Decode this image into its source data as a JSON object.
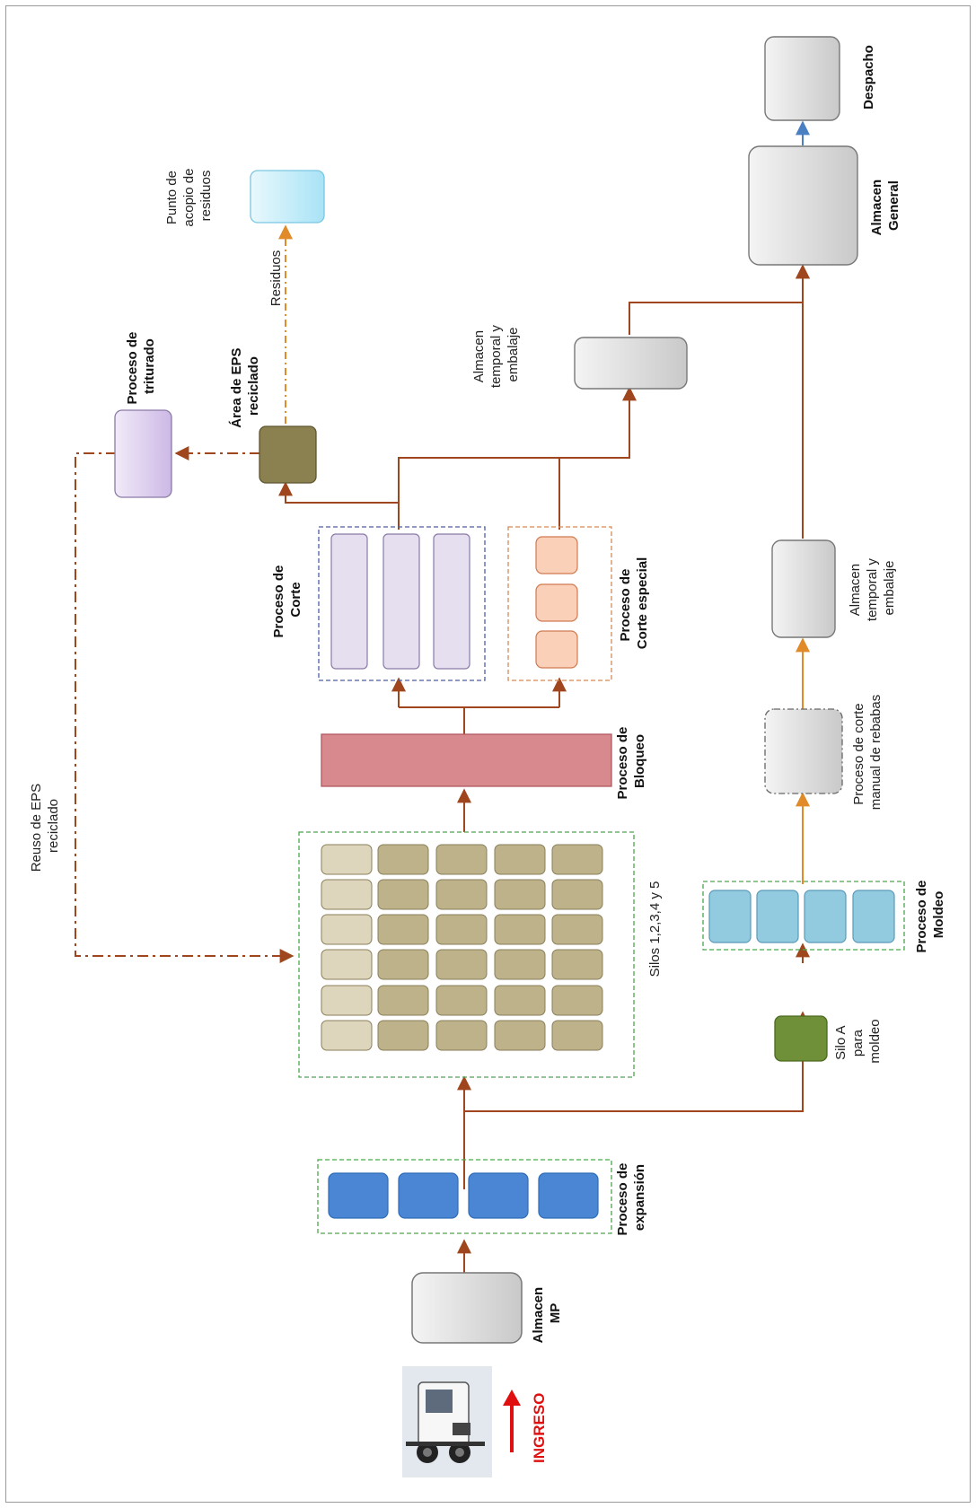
{
  "labels": {
    "ingreso": "INGRESO",
    "almacen_mp": [
      "Almacen",
      "MP"
    ],
    "proceso_expansion": [
      "Proceso de",
      "expansión"
    ],
    "silos": "Silos 1,2,3,4 y 5",
    "reuso_eps": [
      "Reuso de EPS",
      "reciclado"
    ],
    "proceso_bloqueo": [
      "Proceso de",
      "Bloqueo"
    ],
    "proceso_corte": [
      "Proceso de",
      "Corte"
    ],
    "proceso_corte_especial": [
      "Proceso de",
      "Corte especial"
    ],
    "area_eps_reciclado": [
      "Área de EPS",
      "reciclado"
    ],
    "proceso_triturado": [
      "Proceso de",
      "triturado"
    ],
    "residuos": "Residuos",
    "punto_acopio": [
      "Punto de",
      "acopio de",
      "residuos"
    ],
    "almacen_temporal_1": [
      "Almacen",
      "temporal y",
      "embalaje"
    ],
    "almacen_temporal_2": [
      "Almacen",
      "temporal y",
      "embalaje"
    ],
    "almacen_general": [
      "Almacen",
      "General"
    ],
    "despacho": "Despacho",
    "silo_a": [
      "Silo A",
      "para",
      "moldeo"
    ],
    "proceso_moldeo": [
      "Proceso de",
      "Moldeo"
    ],
    "proceso_corte_manual": [
      "Proceso de corte",
      "manual de rebabas"
    ]
  },
  "colors": {
    "flow": "#a0461e",
    "flow_light": "#e08a2a",
    "flow_blue": "#4a7fc1",
    "expansion": "#4a86d4",
    "silo_light": "#ddd6bd",
    "silo_dark": "#bdb28a",
    "bloqueo": "#d8898d",
    "corte": "#e6dff0",
    "corte_especial": "#fbd0b8",
    "eps_reciclado": "#8b8050",
    "triturado": "#d8c8ec",
    "acopio": "#bde9f8",
    "silo_a": "#6f8f38",
    "moldeo": "#92cbe0",
    "gray_box": "#d4d4d4",
    "ingreso": "#e01010"
  }
}
